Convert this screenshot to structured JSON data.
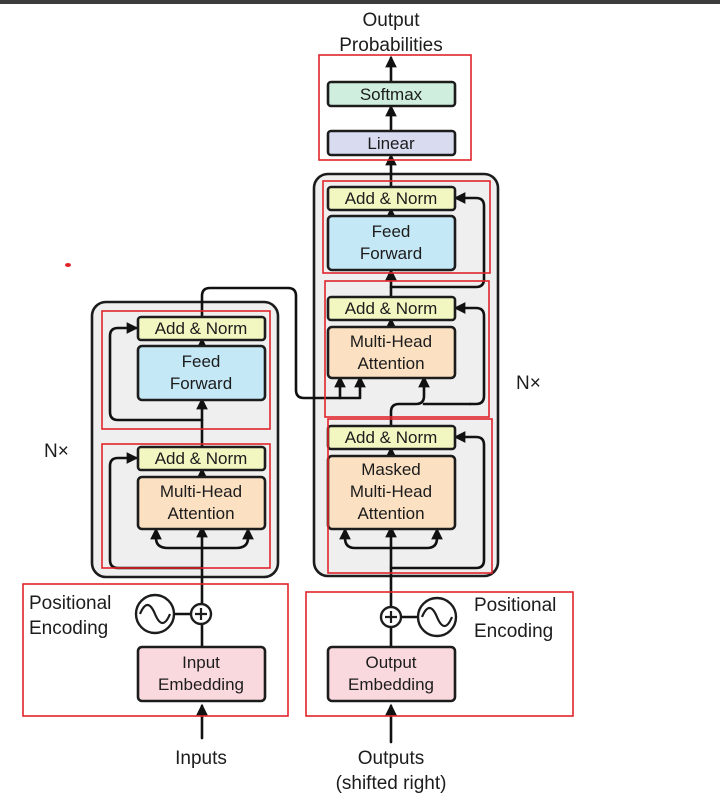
{
  "output": {
    "line1": "Output",
    "line2": "Probabilities"
  },
  "softmax": "Softmax",
  "linear": "Linear",
  "decoder": {
    "add_norm_1": "Add & Norm",
    "ff": {
      "line1": "Feed",
      "line2": "Forward"
    },
    "add_norm_2": "Add & Norm",
    "mha": {
      "line1": "Multi-Head",
      "line2": "Attention"
    },
    "add_norm_3": "Add & Norm",
    "masked": {
      "line1": "Masked",
      "line2": "Multi-Head",
      "line3": "Attention"
    },
    "nx": "N×"
  },
  "encoder": {
    "add_norm_1": "Add & Norm",
    "ff": {
      "line1": "Feed",
      "line2": "Forward"
    },
    "add_norm_2": "Add & Norm",
    "mha": {
      "line1": "Multi-Head",
      "line2": "Attention"
    },
    "nx": "N×"
  },
  "pos_enc_left": {
    "line1": "Positional",
    "line2": "Encoding"
  },
  "pos_enc_right": {
    "line1": "Positional",
    "line2": "Encoding"
  },
  "input_embedding": {
    "line1": "Input",
    "line2": "Embedding"
  },
  "output_embedding": {
    "line1": "Output",
    "line2": "Embedding"
  },
  "inputs": "Inputs",
  "outputs": {
    "line1": "Outputs",
    "line2": "(shifted right)"
  },
  "colors": {
    "add_norm": "#f2f7c2",
    "feed_forward": "#c4e8f5",
    "attention": "#fbe0c1",
    "embedding": "#fad9de",
    "softmax": "#cfeedd",
    "linear": "#d9dcf1",
    "highlight": "#e0242a"
  }
}
